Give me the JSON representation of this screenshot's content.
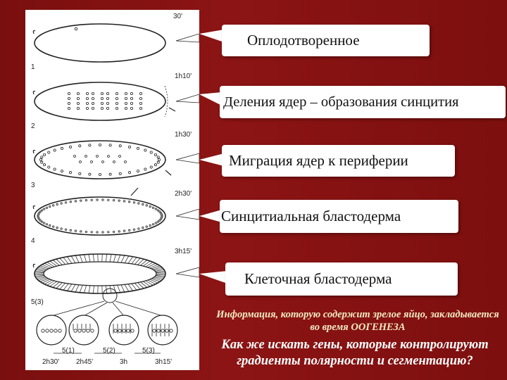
{
  "stages": [
    {
      "number": "1",
      "time": "30'",
      "caption": "Оплодотворенное"
    },
    {
      "number": "2",
      "time": "1h10'",
      "caption": "Деления ядер – образования синцития"
    },
    {
      "number": "3",
      "time": "1h30'",
      "caption": "Миграция ядер к периферии"
    },
    {
      "number": "4",
      "time": "2h30'",
      "caption": "Синцитиальная бластодерма"
    },
    {
      "number": "5(3)",
      "time": "3h15'",
      "caption": "Клеточная бластодерма"
    }
  ],
  "detail_sequence": {
    "stage_labels": [
      "5(1)",
      "5(2)",
      "5(3)"
    ],
    "times": [
      "2h30'",
      "2h45'",
      "3h",
      "3h15'"
    ]
  },
  "info_text": "Информация, которую содержит зрелое яйцо, закладывается во время ООГЕНЕЗА",
  "question_text": "Как же искать гены, которые контролируют градиенты полярности и сегментацию?",
  "colors": {
    "background": "#8c1414",
    "panel": "#ffffff",
    "info_text": "#f4eac0",
    "question_text": "#ffffff"
  }
}
